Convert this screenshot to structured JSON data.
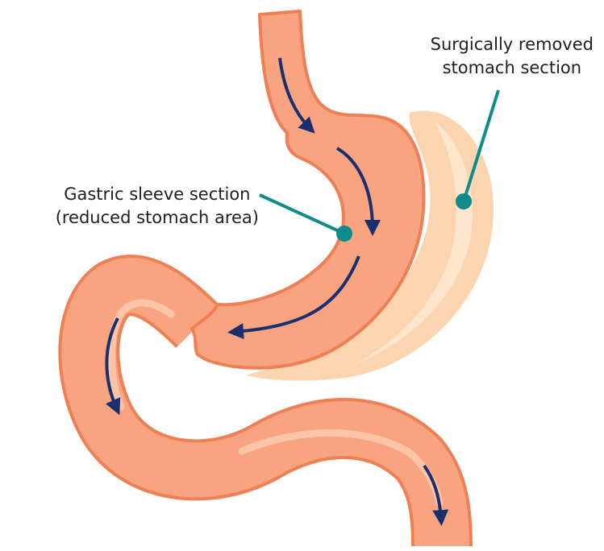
{
  "labels": {
    "removed_section": {
      "line1": "Surgically removed",
      "line2": "stomach section"
    },
    "sleeve_section": {
      "line1": "Gastric sleeve section",
      "line2": "(reduced stomach area)"
    }
  },
  "colors": {
    "stomach_fill": "#f9a480",
    "stomach_outline": "#ef7f55",
    "stomach_highlight": "#fcc5a8",
    "removed_fill": "#fbd5b0",
    "removed_highlight": "#fde6cc",
    "flow_arrow": "#1b2f6e",
    "callout": "#0f8c8a",
    "text": "#1f1f1f"
  },
  "icons": {
    "flow": "arrow-icon",
    "callout_dot": "dot-marker-icon"
  }
}
